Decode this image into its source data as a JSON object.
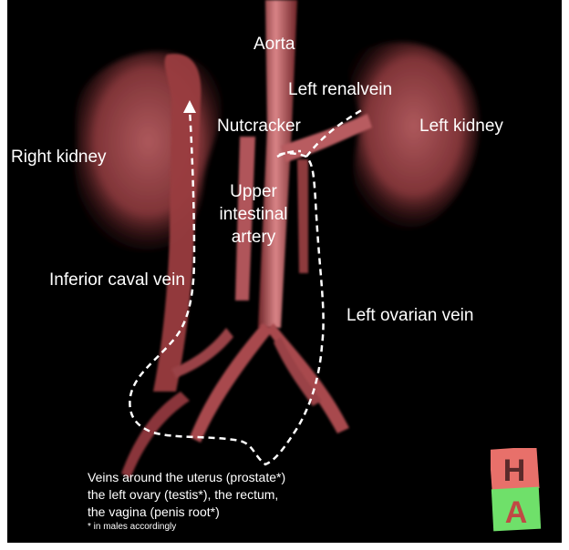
{
  "labels": {
    "aorta": "Aorta",
    "left_renal_vein": "Left renalvein",
    "nutcracker": "Nutcracker",
    "left_kidney": "Left kidney",
    "right_kidney": "Right kidney",
    "upper_intestinal_artery": [
      "Upper",
      "intestinal",
      "artery"
    ],
    "inferior_caval_vein": "Inferior caval vein",
    "left_ovarian_vein": "Left ovarian vein"
  },
  "footnote": {
    "lines": [
      "Veins around the uterus (prostate*)",
      "the left ovary (testis*), the rectum,",
      "the vagina (penis root*)"
    ],
    "note": "* in males accordingly"
  },
  "logo": {
    "top_letter": "H",
    "bottom_letter": "A"
  },
  "colors": {
    "background": "#000000",
    "vessel": "#a8484c",
    "vessel_highlight": "#d0787a",
    "label": "#ffffff",
    "path_line": "#ffffff",
    "logo_top": "#e8706a",
    "logo_bottom": "#6fe06a"
  }
}
